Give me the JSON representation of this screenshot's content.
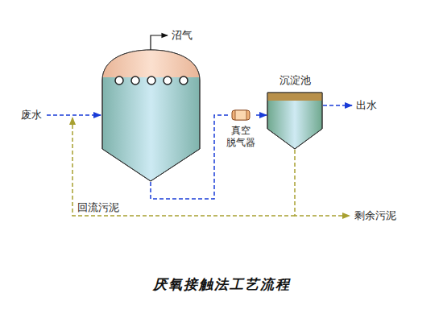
{
  "diagram": {
    "title": "厌氧接触法工艺流程",
    "nodes": [
      {
        "text": [
          "真空 脱气器"
        ]
      },
      {
        "text": [
          "沉淀池"
        ]
      }
    ],
    "edges": [
      {
        "from": 0,
        "to": 1,
        "arrow": "to"
      }
    ],
    "labels": [
      "沼气",
      "废水",
      "出水",
      "回流污泥",
      "剩余污泥"
    ]
  }
}
